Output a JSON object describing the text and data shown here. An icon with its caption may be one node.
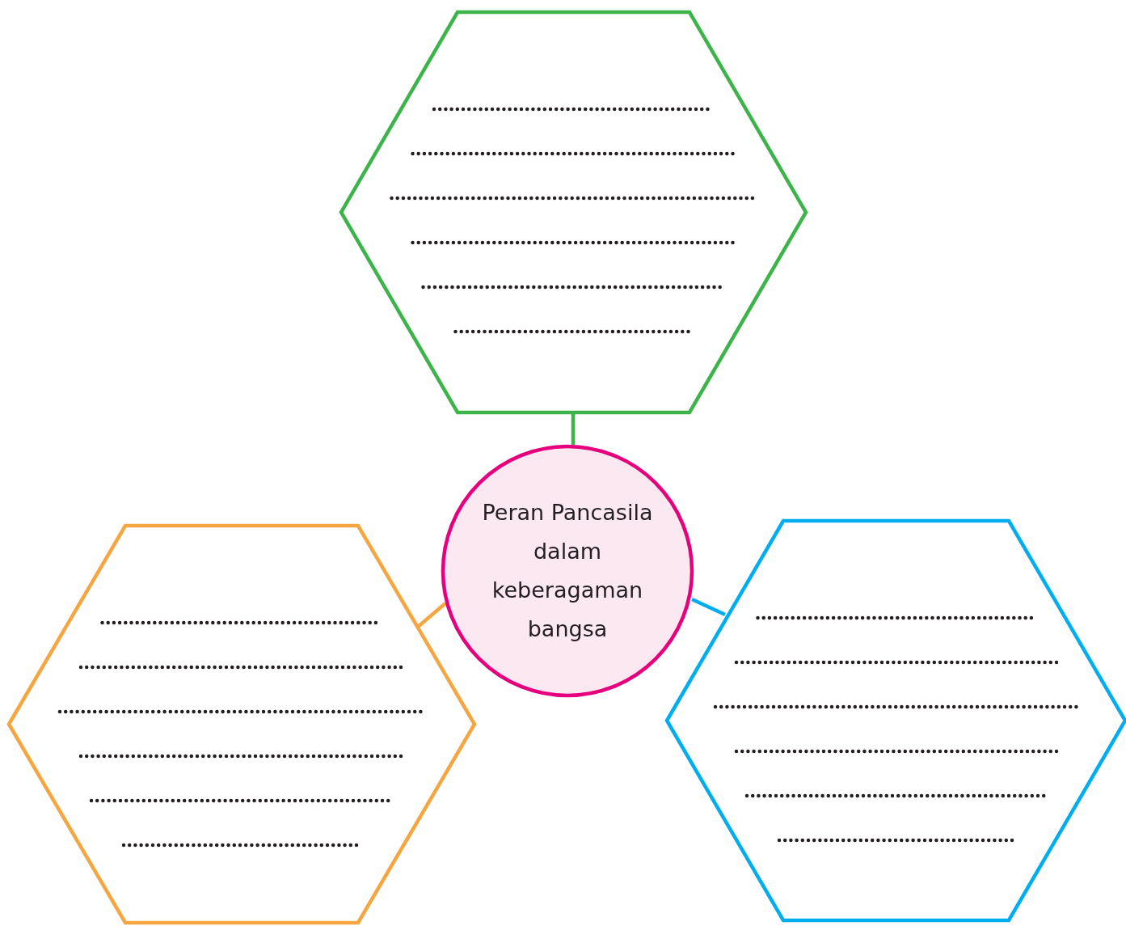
{
  "diagram": {
    "nodes": [
      {
        "text": [],
        "shape": "hexagon"
      },
      {
        "text": [
          "Peran Pancasila dalam keberagaman bangsa"
        ]
      },
      {
        "text": [],
        "shape": "hexagon"
      },
      {
        "text": [],
        "shape": "hexagon"
      }
    ],
    "edges": [
      {
        "from": 0,
        "to": 1,
        "arrow": "none",
        "color": "#3cb44a"
      },
      {
        "from": 2,
        "to": 1,
        "arrow": "none",
        "color": "#f5a640"
      },
      {
        "from": 3,
        "to": 1,
        "arrow": "none",
        "color": "#00aeef"
      }
    ]
  }
}
